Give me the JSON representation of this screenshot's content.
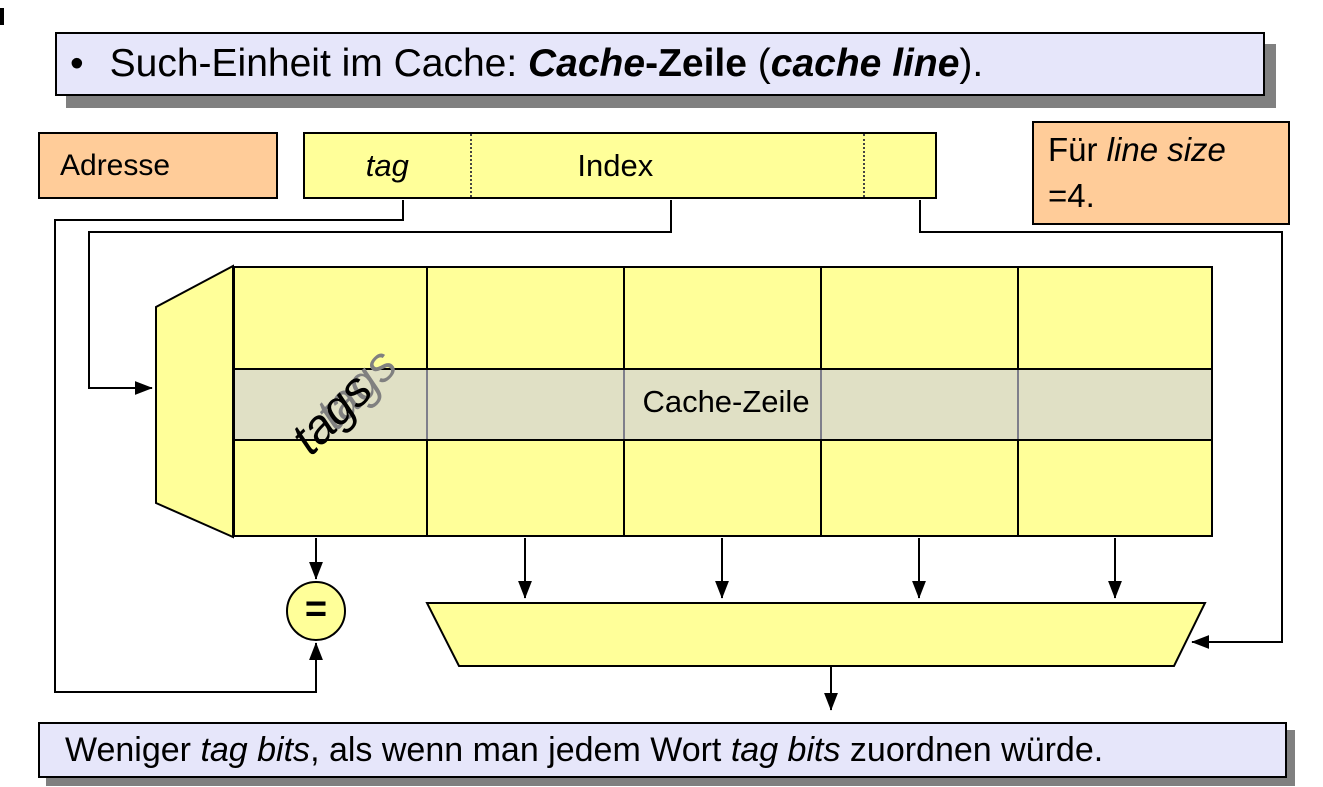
{
  "colors": {
    "banner_bg": "#E6E6FA",
    "box_orange": "#FFCC99",
    "yellow": "#FFFF99",
    "shadow": "#808080",
    "band_overlay": "rgba(205,205,225,0.62)",
    "line": "#000000"
  },
  "top_banner": {
    "bullet": "•",
    "segments": [
      {
        "t": "Such-Einheit im Cache: "
      },
      {
        "t": "Cache",
        "b": true,
        "i": true
      },
      {
        "t": "-Zeile",
        "b": true
      },
      {
        "t": " ("
      },
      {
        "t": "cache line",
        "b": true,
        "i": true
      },
      {
        "t": ")."
      }
    ]
  },
  "address": {
    "label": "Adresse",
    "fields": {
      "tag": "tag",
      "index": "Index",
      "offset": ""
    }
  },
  "note": {
    "line1_segments": [
      {
        "t": "Für "
      },
      {
        "t": "line size",
        "i": true
      }
    ],
    "line2": "=4."
  },
  "cache_array": {
    "tags_label": "tags",
    "row_label": "Cache-Zeile",
    "columns": 5,
    "rows": 3
  },
  "comparator": {
    "symbol": "="
  },
  "bottom_banner": {
    "segments": [
      {
        "t": "Weniger "
      },
      {
        "t": "tag bits",
        "i": true
      },
      {
        "t": ", als wenn man jedem Wort "
      },
      {
        "t": "tag bits",
        "i": true
      },
      {
        "t": " zuordnen würde."
      }
    ]
  }
}
